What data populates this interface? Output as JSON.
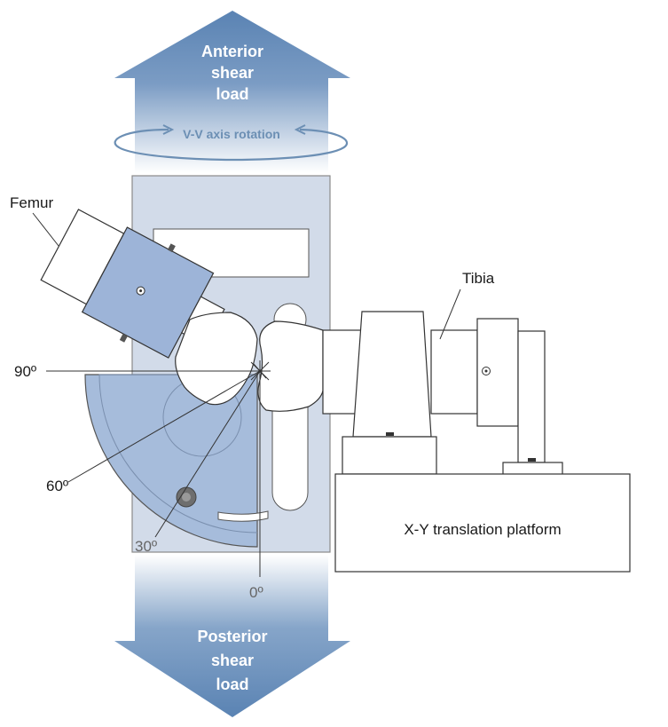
{
  "arrows": {
    "top_line1": "Anterior",
    "top_line2": "shear",
    "top_line3": "load",
    "bottom_line1": "Posterior",
    "bottom_line2": "shear",
    "bottom_line3": "load",
    "rotation_label": "V-V axis rotation"
  },
  "labels": {
    "femur": "Femur",
    "tibia": "Tibia",
    "platform": "X-Y translation platform"
  },
  "angles": {
    "a90": "90º",
    "a60": "60º",
    "a30": "30º",
    "a0": "0º"
  },
  "colors": {
    "arrow_blue": "#5e86b4",
    "plate_fill": "#d2dbe9",
    "block_blue": "#9db4d8",
    "outline": "#333333"
  }
}
